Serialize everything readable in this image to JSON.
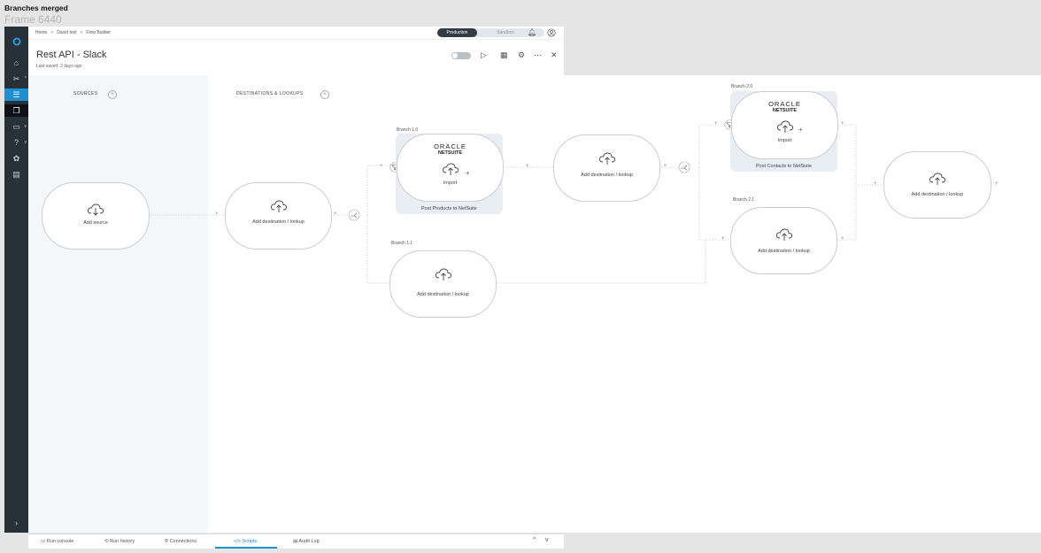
{
  "frame": {
    "title": "Branches merged",
    "subtitle": "Frame 6440"
  },
  "breadcrumb": {
    "home": "Home",
    "sep": ">",
    "user": "David test",
    "page": "Flow Builder"
  },
  "environment": {
    "production": "Production",
    "sandbox": "Sandbox"
  },
  "flow": {
    "title": "Rest API - Slack",
    "last_saved": "Last saved: 2 days ago"
  },
  "columns": {
    "sources": "SOURCES",
    "destinations": "DESTINATIONS & LOOKUPS"
  },
  "nodes": {
    "add_source": "Add source",
    "add_destination": "Add destination / lookup",
    "import": "Import",
    "oracle": "ORACLE",
    "netsuite": "NETSUITE"
  },
  "branches": {
    "b10": "Branch 1.0",
    "b11": "Branch 1.1",
    "b20": "Branch 2.0",
    "b21": "Branch 2.1"
  },
  "steps": {
    "post_products": "Post Products to NetSuite",
    "post_contacts": "Post Contacts to NetSuite"
  },
  "bottom_tabs": {
    "run_console": "Run console",
    "run_history": "Run history",
    "connections": "Connections",
    "scripts": "Scripts",
    "audit_log": "Audit Log"
  },
  "colors": {
    "accent": "#1e90d2",
    "sidebar": "#27313a",
    "canvas_left": "#f4f7fa",
    "step_bg": "#e8eef3"
  },
  "icons": [
    "app-logo-icon",
    "home-icon",
    "tools-icon",
    "flows-icon",
    "resources-icon",
    "marketplace-icon",
    "help-icon",
    "education-icon",
    "dashboard-icon",
    "expand-icon",
    "bell-icon",
    "user-icon",
    "play-icon",
    "calendar-icon",
    "settings-icon",
    "more-icon",
    "close-icon",
    "cloud-upload-icon",
    "cloud-download-icon",
    "filter-icon",
    "router-icon"
  ]
}
